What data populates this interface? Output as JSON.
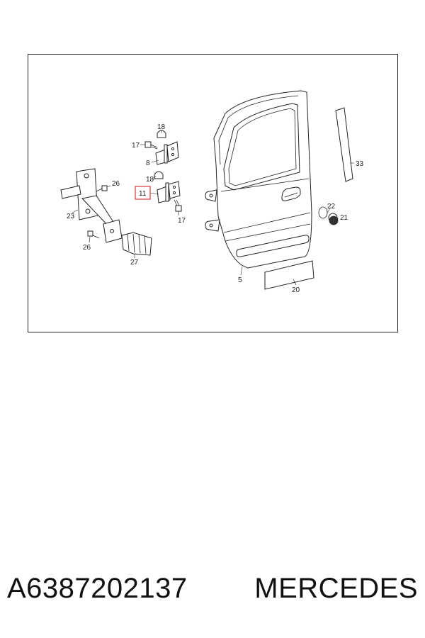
{
  "diagram": {
    "frame_color": "#222222",
    "highlight_color": "#e0353c",
    "highlighted_callout": "11",
    "callouts": {
      "c17a": "17",
      "c18a": "18",
      "c8": "8",
      "c18b": "18",
      "c11": "11",
      "c17b": "17",
      "c26a": "26",
      "c23": "23",
      "c26b": "26",
      "c27": "27",
      "c5": "5",
      "c20": "20",
      "c22": "22",
      "c21": "21",
      "c33": "33"
    }
  },
  "caption": {
    "part_number": "A6387202137",
    "brand": "MERCEDES"
  }
}
